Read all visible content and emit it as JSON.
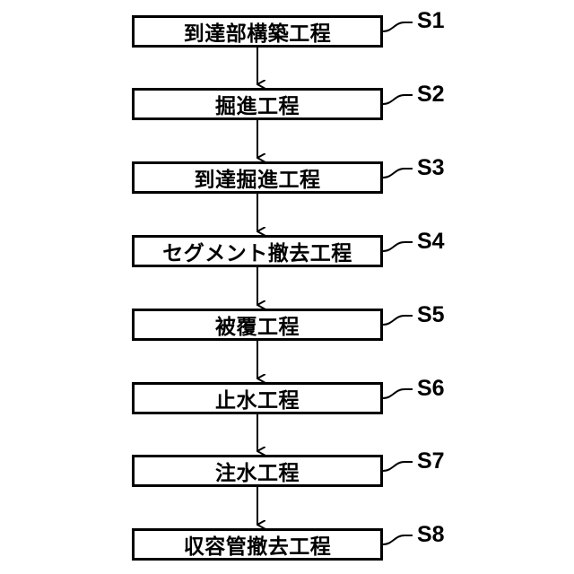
{
  "steps": [
    {
      "label": "到達部構築工程",
      "id": "S1"
    },
    {
      "label": "掘進工程",
      "id": "S2"
    },
    {
      "label": "到達掘進工程",
      "id": "S3"
    },
    {
      "label": "セグメント撤去工程",
      "id": "S4"
    },
    {
      "label": "被覆工程",
      "id": "S5"
    },
    {
      "label": "止水工程",
      "id": "S6"
    },
    {
      "label": "注水工程",
      "id": "S7"
    },
    {
      "label": "収容管撤去工程",
      "id": "S8"
    }
  ]
}
